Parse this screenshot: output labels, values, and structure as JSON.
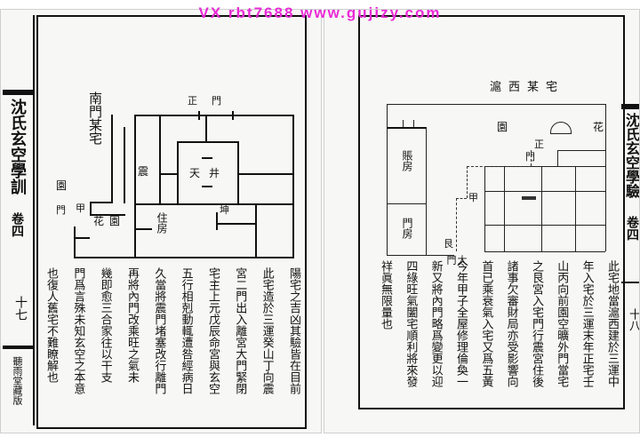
{
  "watermark": "VX rbt7688  www.gujizy.com",
  "left_page": {
    "spine_title": "沈氏玄空學訓",
    "spine_page": "卷四",
    "spine_num": "十七",
    "publisher": "聽雨堂藏版",
    "plan": {
      "title": "南門某宅",
      "zheng_men": "正門",
      "zhen": "震",
      "tian_jing": "天井",
      "kun": "坤",
      "zhu_fang": "住房",
      "yuan": "園",
      "men": "門",
      "jia": "甲",
      "hua_yuan": "花園"
    },
    "text_columns": [
      "陽宅之吉凶其驗皆在目前",
      "此宅造於三運癸山丁向震",
      "宮二門出入離宮大門緊閉",
      "宅主上元戊辰命宮與玄空",
      "五行相剋動輒遭咎經病日",
      "久當將震門堵塞改行離門",
      "再將內門改乘旺之氣未",
      "幾即愈三合家往以干支",
      "門爲言殊未知玄空之本意",
      "也復人舊宅不難瞭解也"
    ]
  },
  "right_page": {
    "plan": {
      "title": "滬西某宅",
      "hua": "花",
      "yuan": "園",
      "zhang_fang": "賬房",
      "men_fang": "門房",
      "zheng": "正",
      "men": "門",
      "jia": "甲",
      "gen": "艮",
      "da_men": "大門"
    },
    "text_columns": [
      "此宅地當滬西建於三運中",
      "年入宅於三運末年正宅壬",
      "山丙向前園空曠外門當宅",
      "之艮宮入宅門行震宮住後",
      "諸事欠審財局亦受影響向",
      "首已乘衰氣入宅又爲五黃",
      "今年甲子全屋修理倫奐一",
      "新又將內門略爲變更以迎",
      "四綠旺氣闔宅順利將來發",
      "祥眞無限量也"
    ],
    "spine_title": "沈氏玄空學驗",
    "spine_page": "卷四",
    "spine_num": "十八"
  }
}
